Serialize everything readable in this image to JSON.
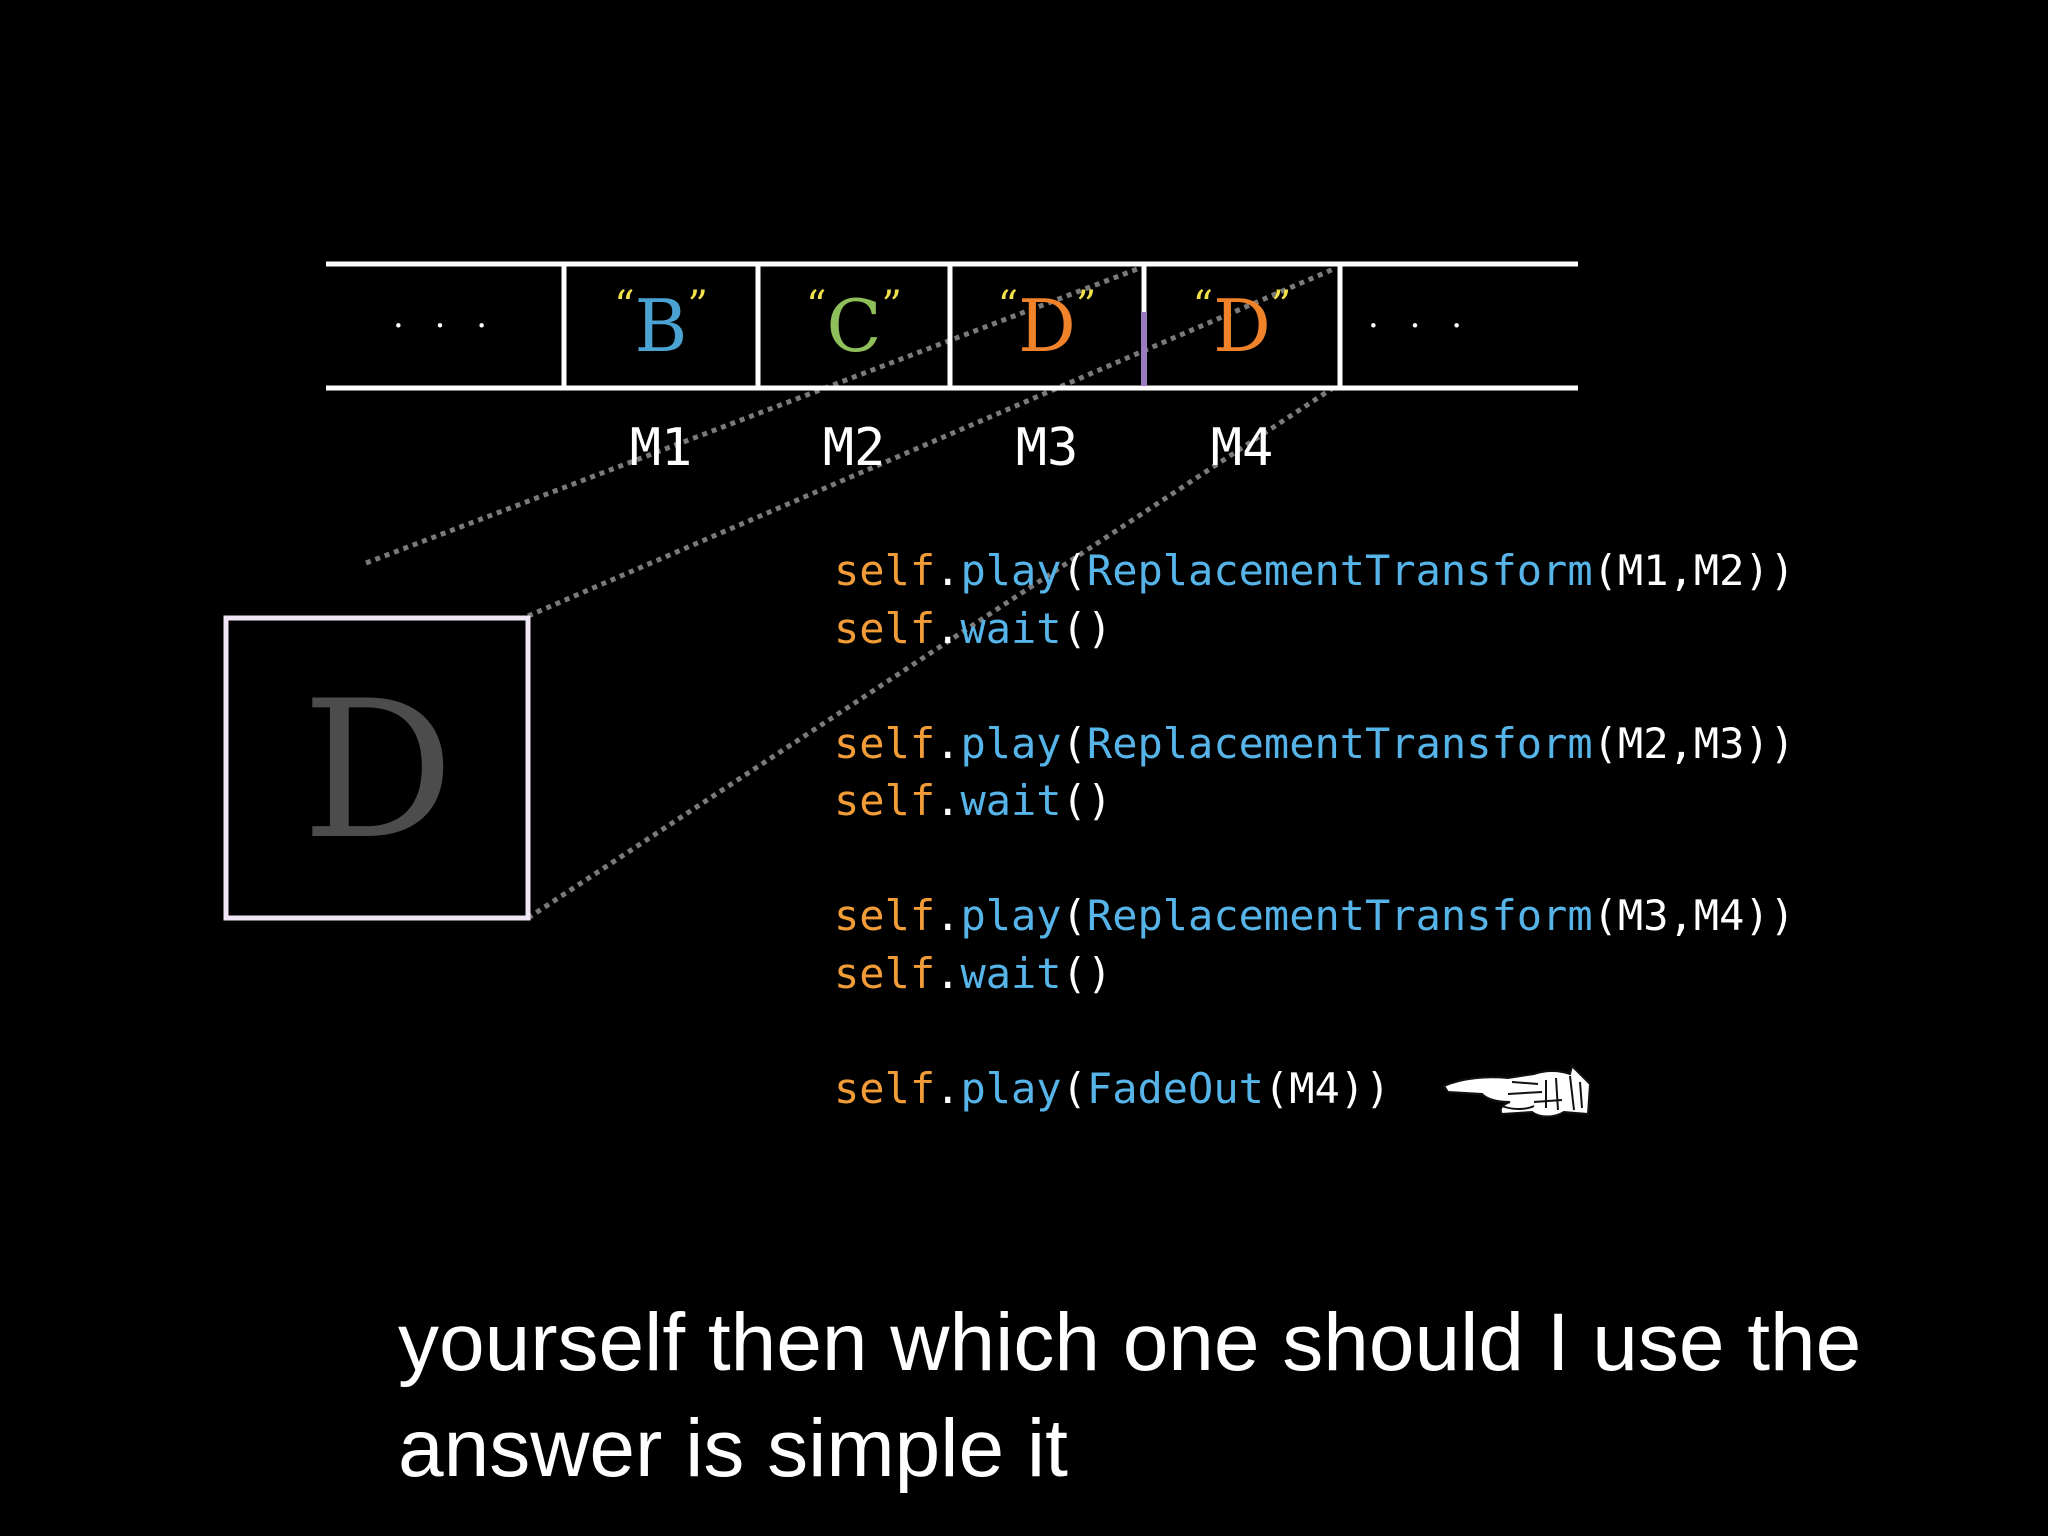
{
  "colors": {
    "background": "#000000",
    "line": "#ffffff",
    "quote": "#f2e24a",
    "B": "#4ba3d3",
    "C": "#8fbf5a",
    "D": "#f0832a",
    "keyword": "#f29c38",
    "function": "#56b4e9",
    "cursor": "#9b7bbf",
    "box_border": "#f0e6f5",
    "preview_letter": "#4c4c4c",
    "dotted": "#7a7a7a"
  },
  "array": {
    "cells": [
      {
        "type": "ellipsis",
        "text": "· · ·"
      },
      {
        "type": "char",
        "open": "“",
        "char": "B",
        "close": "”",
        "color_key": "B"
      },
      {
        "type": "char",
        "open": "“",
        "char": "C",
        "close": "”",
        "color_key": "C"
      },
      {
        "type": "char",
        "open": "“",
        "char": "D",
        "close": "”",
        "color_key": "D"
      },
      {
        "type": "char",
        "open": "“",
        "char": "D",
        "close": "”",
        "color_key": "D"
      },
      {
        "type": "ellipsis",
        "text": "· · ·"
      }
    ],
    "labels": [
      "M1",
      "M2",
      "M3",
      "M4"
    ]
  },
  "preview": {
    "letter": "D"
  },
  "code_lines": [
    [
      {
        "t": "self",
        "c": "kw"
      },
      {
        "t": ".",
        "c": "pn"
      },
      {
        "t": "play",
        "c": "fn"
      },
      {
        "t": "(",
        "c": "pn"
      },
      {
        "t": "ReplacementTransform",
        "c": "fn"
      },
      {
        "t": "(M1,M2))",
        "c": "pn"
      }
    ],
    [
      {
        "t": "self",
        "c": "kw"
      },
      {
        "t": ".",
        "c": "pn"
      },
      {
        "t": "wait",
        "c": "fn"
      },
      {
        "t": "()",
        "c": "pn"
      }
    ],
    [],
    [
      {
        "t": "self",
        "c": "kw"
      },
      {
        "t": ".",
        "c": "pn"
      },
      {
        "t": "play",
        "c": "fn"
      },
      {
        "t": "(",
        "c": "pn"
      },
      {
        "t": "ReplacementTransform",
        "c": "fn"
      },
      {
        "t": "(M2,M3))",
        "c": "pn"
      }
    ],
    [
      {
        "t": "self",
        "c": "kw"
      },
      {
        "t": ".",
        "c": "pn"
      },
      {
        "t": "wait",
        "c": "fn"
      },
      {
        "t": "()",
        "c": "pn"
      }
    ],
    [],
    [
      {
        "t": "self",
        "c": "kw"
      },
      {
        "t": ".",
        "c": "pn"
      },
      {
        "t": "play",
        "c": "fn"
      },
      {
        "t": "(",
        "c": "pn"
      },
      {
        "t": "ReplacementTransform",
        "c": "fn"
      },
      {
        "t": "(M3,M4))",
        "c": "pn"
      }
    ],
    [
      {
        "t": "self",
        "c": "kw"
      },
      {
        "t": ".",
        "c": "pn"
      },
      {
        "t": "wait",
        "c": "fn"
      },
      {
        "t": "()",
        "c": "pn"
      }
    ],
    [],
    [
      {
        "t": "self",
        "c": "kw"
      },
      {
        "t": ".",
        "c": "pn"
      },
      {
        "t": "play",
        "c": "fn"
      },
      {
        "t": "(",
        "c": "pn"
      },
      {
        "t": "FadeOut",
        "c": "fn"
      },
      {
        "t": "(M4))",
        "c": "pn"
      }
    ]
  ],
  "pointer_icon": "pointing-hand-icon",
  "caption": {
    "line1": "yourself then which one should I use the",
    "line2": "answer is simple it"
  }
}
